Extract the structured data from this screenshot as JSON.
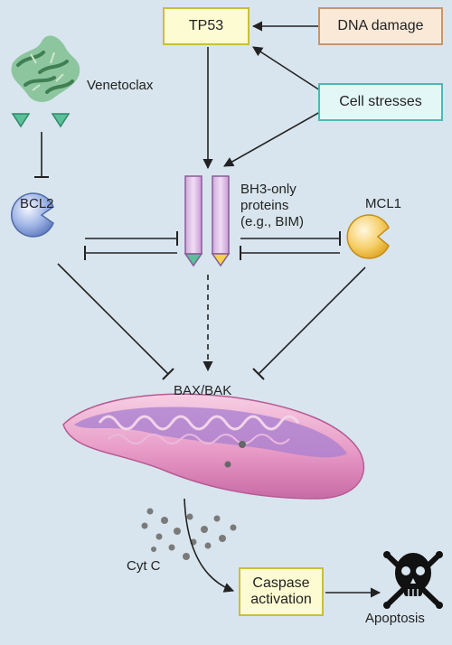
{
  "nodes": {
    "tp53": "TP53",
    "dna_damage": "DNA damage",
    "cell_stresses": "Cell stresses",
    "venetoclax": "Venetoclax",
    "bcl2": "BCL2",
    "bh3_line1": "BH3-only",
    "bh3_line2": "proteins",
    "bh3_line3": "(e.g., BIM)",
    "mcl1": "MCL1",
    "bax_bak": "BAX/BAK",
    "cyt_c": "Cyt C",
    "caspase_line1": "Caspase",
    "caspase_line2": "activation",
    "apoptosis": "Apoptosis"
  },
  "colors": {
    "background": "#d8e5ee",
    "tp53_fill": "#fdfbd2",
    "tp53_border": "#c9bf3a",
    "dna_fill": "#fbe9d8",
    "dna_border": "#c9956a",
    "stress_fill": "#e3f7f6",
    "stress_border": "#4fb8b4",
    "bcl2": "#8aa6dc",
    "mcl1": "#f4c24a",
    "bh3_bar": "#e6c9ec",
    "mitochondrion": "#e9a6cc",
    "venetoclax_wedge": "#5bbf9a",
    "arrow": "#222222"
  }
}
